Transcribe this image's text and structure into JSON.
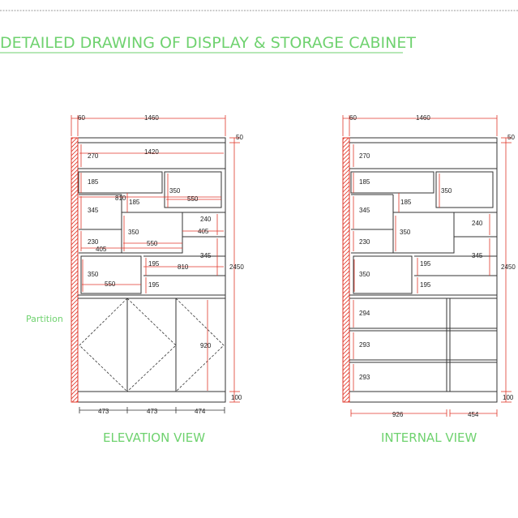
{
  "title": "DETAILED DRAWING OF DISPLAY & STORAGE CABINET",
  "partition_label": "Partition",
  "elevation": {
    "caption": "ELEVATION VIEW",
    "top_left": "60",
    "overall_width": "1460",
    "inner_width": "1420",
    "top_right": "50",
    "height": "2450",
    "base": "100",
    "r270": "270",
    "r185": "185",
    "r350a": "350",
    "r550a": "550",
    "r810a": "810",
    "r185b": "185",
    "r345a": "345",
    "r240": "240",
    "r350b": "350",
    "r230": "230",
    "r405a": "405",
    "r405b": "405",
    "r550b": "550",
    "r345b": "345",
    "r195a": "195",
    "r810b": "810",
    "r350c": "350",
    "r550c": "550",
    "r195b": "195",
    "door_h": "920",
    "d1": "473",
    "d2": "473",
    "d3": "474"
  },
  "internal": {
    "caption": "INTERNAL VIEW",
    "top_left": "60",
    "overall_width": "1460",
    "top_right": "50",
    "height": "2450",
    "base": "100",
    "r270": "270",
    "r185": "185",
    "r350a": "350",
    "r185b": "185",
    "r345a": "345",
    "r240": "240",
    "r350b": "350",
    "r230": "230",
    "r195a": "195",
    "r345b": "345",
    "r350c": "350",
    "r195b": "195",
    "s294": "294",
    "s293a": "293",
    "s293b": "293",
    "w926": "926",
    "w454": "454"
  }
}
